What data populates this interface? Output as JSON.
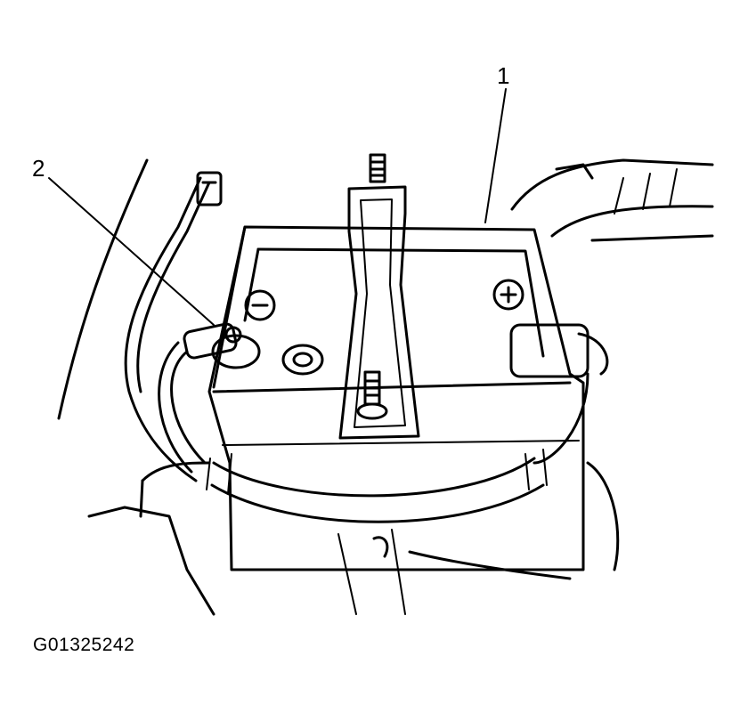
{
  "figure_id": "G01325242",
  "callouts": [
    {
      "label": "1"
    },
    {
      "label": "2"
    }
  ],
  "battery_symbols": {
    "negative": "−",
    "positive": "+"
  },
  "line_color": "#000000",
  "background_color": "#ffffff"
}
